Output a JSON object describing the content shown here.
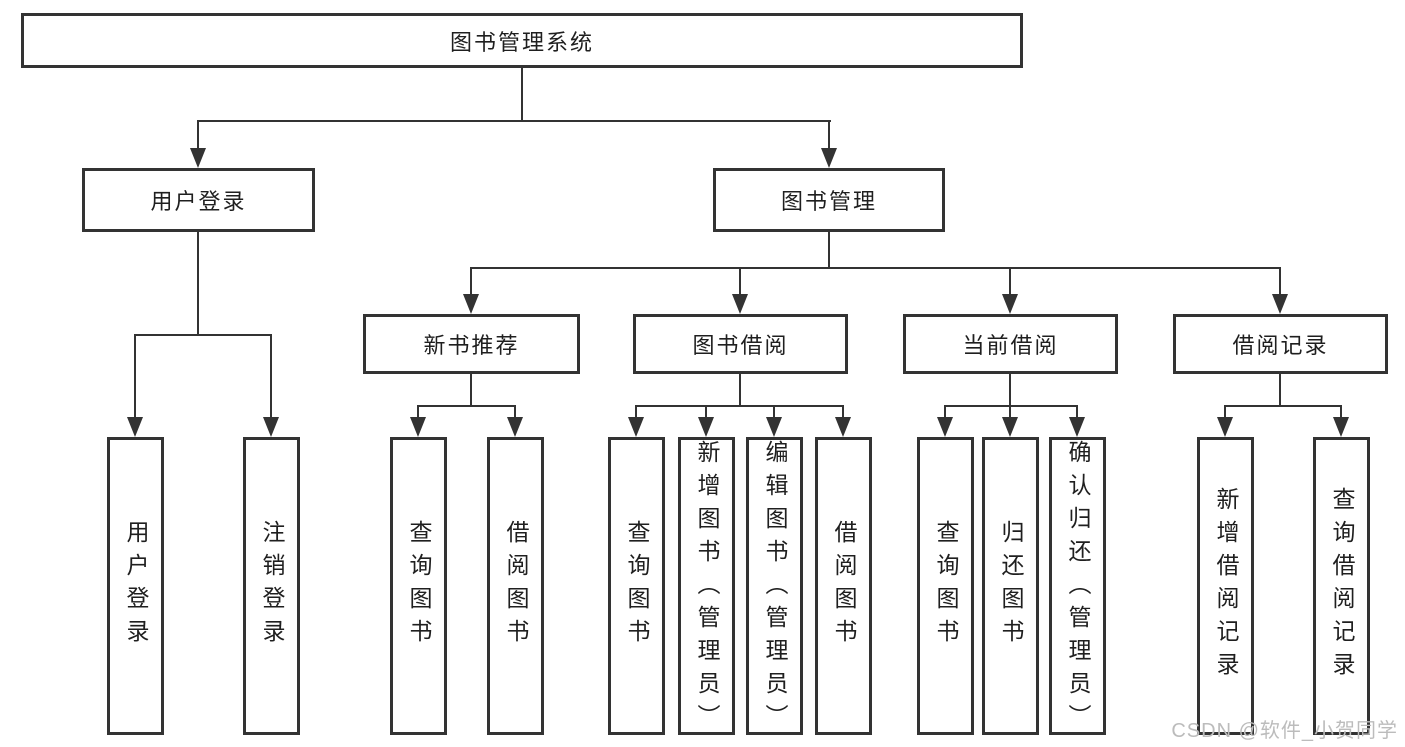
{
  "colors": {
    "line": "#333333",
    "text": "#1f1f1f",
    "background": "#ffffff",
    "watermark_text": "#bcbcbc"
  },
  "root": {
    "label": "图书管理系统"
  },
  "level2": [
    {
      "label": "用户登录"
    },
    {
      "label": "图书管理"
    }
  ],
  "level3": [
    {
      "label": "新书推荐"
    },
    {
      "label": "图书借阅"
    },
    {
      "label": "当前借阅"
    },
    {
      "label": "借阅记录"
    }
  ],
  "leaves": {
    "user_login": [
      "用户登录",
      "注销登录"
    ],
    "new_book": [
      "查询图书",
      "借阅图书"
    ],
    "book_borrow": [
      "查询图书",
      "新增图书（管理员）",
      "编辑图书（管理员）",
      "借阅图书"
    ],
    "current_borrow": [
      "查询图书",
      "归还图书",
      "确认归还（管理员）"
    ],
    "borrow_record": [
      "新增借阅记录",
      "查询借阅记录"
    ]
  },
  "watermark": "CSDN @软件_小贺同学"
}
